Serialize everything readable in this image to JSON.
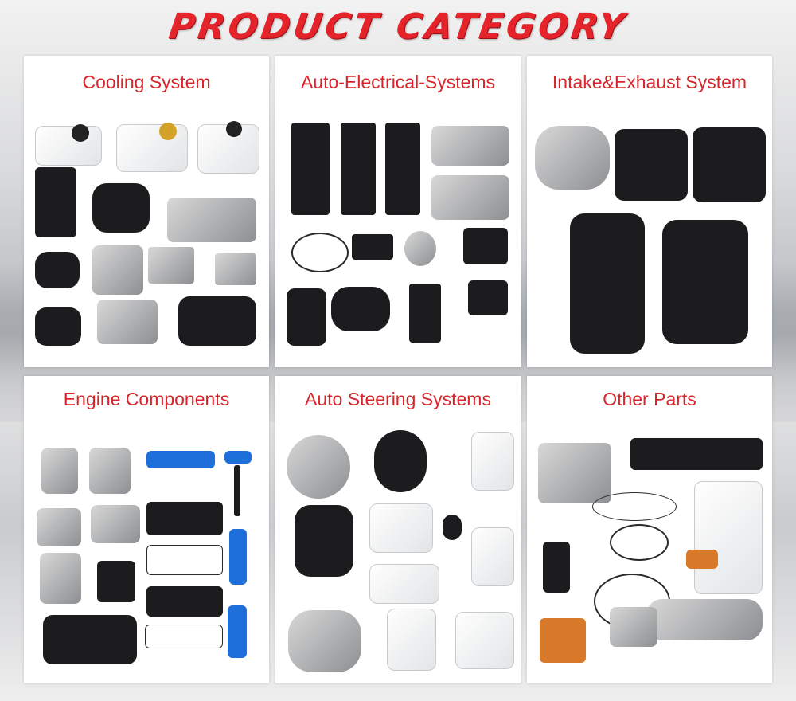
{
  "header": {
    "title": "PRODUCT CATEGORY"
  },
  "categories": [
    {
      "label": "Cooling System"
    },
    {
      "label": "Auto-Electrical-Systems"
    },
    {
      "label": "Intake&Exhaust System"
    },
    {
      "label": "Engine Components"
    },
    {
      "label": "Auto Steering Systems"
    },
    {
      "label": "Other Parts"
    }
  ],
  "colors": {
    "title": "#e5232a",
    "category_label": "#d8252b",
    "panel": "#ffffff"
  }
}
